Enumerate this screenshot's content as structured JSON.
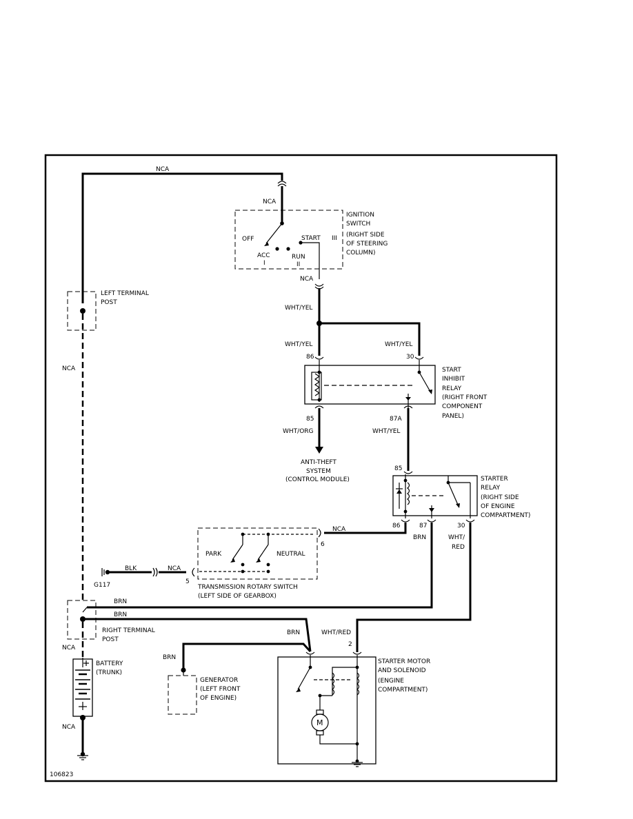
{
  "diagram_id": "106823",
  "wires": {
    "nca": "NCA",
    "wht_yel": "WHT/YEL",
    "wht_org": "WHT/ORG",
    "brn": "BRN",
    "blk": "BLK",
    "wht": "WHT/",
    "red": "RED",
    "wht_red": "WHT/RED"
  },
  "ignition_switch": {
    "label": [
      "IGNITION",
      "SWITCH",
      "(RIGHT SIDE",
      "OF STEERING",
      "COLUMN)"
    ],
    "off": "OFF",
    "acc": "ACC",
    "acc_num": "I",
    "run": "RUN",
    "run_num": "II",
    "start": "START",
    "start_num": "III"
  },
  "left_terminal_post": [
    "LEFT TERMINAL",
    "POST"
  ],
  "right_terminal_post": [
    "RIGHT TERMINAL",
    "POST"
  ],
  "start_inhibit_relay": {
    "label": [
      "START",
      "INHIBIT",
      "RELAY",
      "(RIGHT FRONT",
      "COMPONENT",
      "PANEL)"
    ],
    "pin86": "86",
    "pin30": "30",
    "pin85": "85",
    "pin87a": "87A"
  },
  "anti_theft": [
    "ANTI-THEFT",
    "SYSTEM",
    "(CONTROL MODULE)"
  ],
  "starter_relay": {
    "label": [
      "STARTER",
      "RELAY",
      "(RIGHT SIDE",
      "OF ENGINE",
      "COMPARTMENT)"
    ],
    "pin85": "85",
    "pin86": "86",
    "pin87": "87",
    "pin30": "30"
  },
  "transmission_switch": {
    "label": [
      "TRANSMISSION ROTARY SWITCH",
      "(LEFT SIDE OF GEARBOX)"
    ],
    "park": "PARK",
    "neutral": "NEUTRAL",
    "pin5": "5",
    "pin6": "6"
  },
  "ground": "G117",
  "battery": [
    "BATTERY",
    "(TRUNK)"
  ],
  "generator": [
    "GENERATOR",
    "(LEFT FRONT",
    "OF ENGINE)"
  ],
  "starter_motor": {
    "label": [
      "STARTER MOTOR",
      "AND SOLENOID",
      "(ENGINE",
      "COMPARTMENT)"
    ],
    "pin2": "2",
    "motor": "M"
  }
}
